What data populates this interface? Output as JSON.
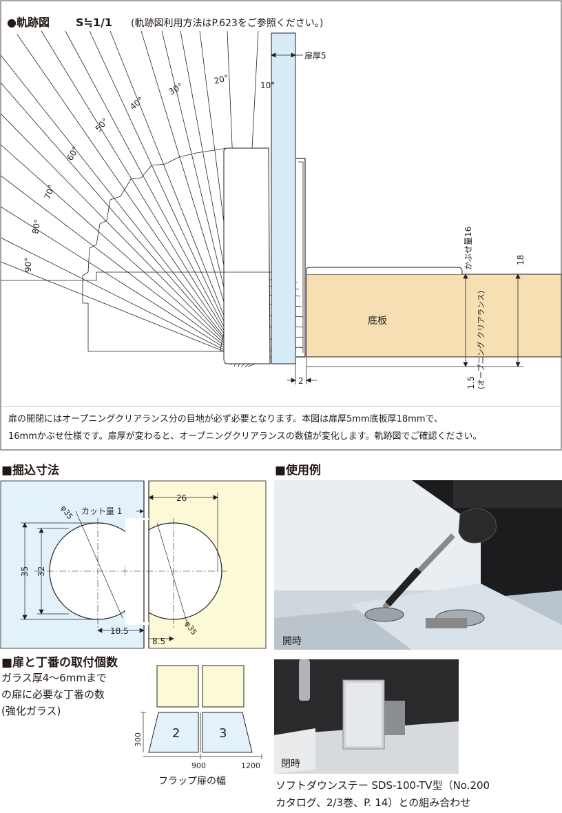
{
  "trajectory": {
    "title_bullet": "●",
    "title": "軌跡図",
    "scale": "S≒1/1",
    "title_note": "(軌跡図利用方法はP.623をご参照ください。)",
    "angle_labels": [
      "10°",
      "20°",
      "30°",
      "40°",
      "50°",
      "60°",
      "70°",
      "80°",
      "90°"
    ],
    "door_thickness_label": "扉厚5",
    "overlay_label": "かぶせ量16",
    "thickness_label": "18",
    "base_board_label": "底板",
    "opening_clearance_label": "(オープニング クリアランス)",
    "clearance_value": "1.5",
    "gap_value": "2",
    "note_line1": "扉の開閉にはオープニングクリアランス分の目地が必ず必要となります。本図は扉厚5mm底板厚18mmで、",
    "note_line2": "16mmかぶせ仕様です。扉厚が変わると、オープニングクリアランスの数値が変化します。軌跡図でご確認ください。"
  },
  "boring": {
    "title": "■掘込寸法",
    "phi_left": "φ35",
    "phi_right": "φ35",
    "cut_label": "カット量 1",
    "dim_26": "26",
    "dim_35": "35",
    "dim_32": "32",
    "dim_18_5": "18.5",
    "dim_8_5": "8.5"
  },
  "usage": {
    "title": "■使用例",
    "open_label": "開時",
    "closed_label": "閉時",
    "caption_line1": "ソフトダウンステー SDS-100-TV型（No.200",
    "caption_line2": "カタログ、2/3巻、P. 14）との組み合わせ"
  },
  "hinge_count": {
    "title": "■扉と丁番の取付個数",
    "desc_line1": "ガラス厚4〜6mmまで",
    "desc_line2": "の扉に必要な丁番の数",
    "desc_line3": "(強化ガラス)",
    "count_left": "2",
    "count_right": "3",
    "axis_300": "300",
    "axis_900": "900",
    "axis_1200": "1200",
    "axis_caption": "フラップ扉の幅"
  },
  "colors": {
    "wood": "#f6dfb2",
    "glass": "#d8ecf7",
    "cream": "#fcf9d6",
    "light_blue": "#e3f1fb",
    "border": "#444444"
  }
}
